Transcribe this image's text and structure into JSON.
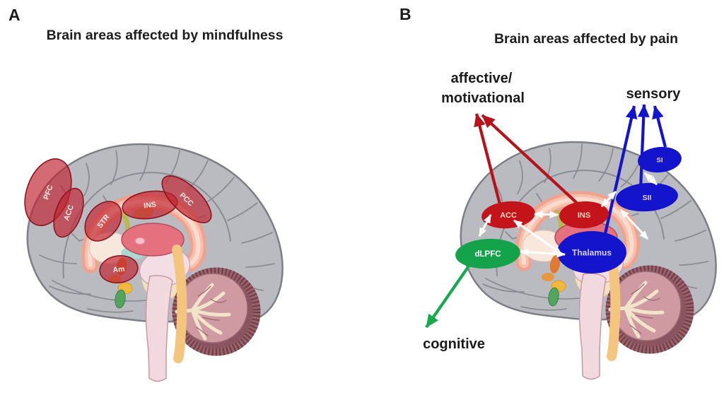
{
  "figure": {
    "background": "#ffffff",
    "panel_a": {
      "letter": "A",
      "title": "Brain areas affected by mindfulness",
      "highlight_fill": "#bf2430",
      "highlight_border": "#8c1420",
      "regions": [
        {
          "abbr": "PFC"
        },
        {
          "abbr": "ACC"
        },
        {
          "abbr": "STR"
        },
        {
          "abbr": "INS"
        },
        {
          "abbr": "PCC"
        },
        {
          "abbr": "Am"
        }
      ]
    },
    "panel_b": {
      "letter": "B",
      "title": "Brain areas affected by pain",
      "systems": [
        {
          "label_lines": [
            "affective/",
            "motivational"
          ],
          "color": "#b5121b",
          "from_regions": [
            "ACC",
            "INS"
          ]
        },
        {
          "label_lines": [
            "sensory"
          ],
          "color": "#1414cd",
          "from_regions": [
            "Thalamus",
            "SII",
            "SI"
          ]
        },
        {
          "label_lines": [
            "cognitive"
          ],
          "color": "#17a94e",
          "from_regions": [
            "dLPFC"
          ]
        }
      ],
      "regions": [
        {
          "abbr": "ACC",
          "fill": "#c3141c",
          "system": "affective/motivational"
        },
        {
          "abbr": "INS",
          "fill": "#c3141c",
          "system": "affective/motivational"
        },
        {
          "abbr": "SI",
          "fill": "#1414cd",
          "system": "sensory"
        },
        {
          "abbr": "SII",
          "fill": "#1414cd",
          "system": "sensory"
        },
        {
          "abbr": "Thalamus",
          "fill": "#1414cd",
          "system": "sensory"
        },
        {
          "abbr": "dLPFC",
          "fill": "#14a24b",
          "system": "cognitive"
        }
      ],
      "connections": [
        {
          "from": "ACC",
          "to": "INS"
        },
        {
          "from": "ACC",
          "to": "dLPFC"
        },
        {
          "from": "ACC",
          "to": "Thalamus"
        },
        {
          "from": "dLPFC",
          "to": "Thalamus"
        },
        {
          "from": "INS",
          "to": "SII"
        },
        {
          "from": "SII",
          "to": "Thalamus"
        },
        {
          "from": "SI",
          "to": "SII"
        }
      ],
      "connection_color": "#ffffff"
    }
  }
}
